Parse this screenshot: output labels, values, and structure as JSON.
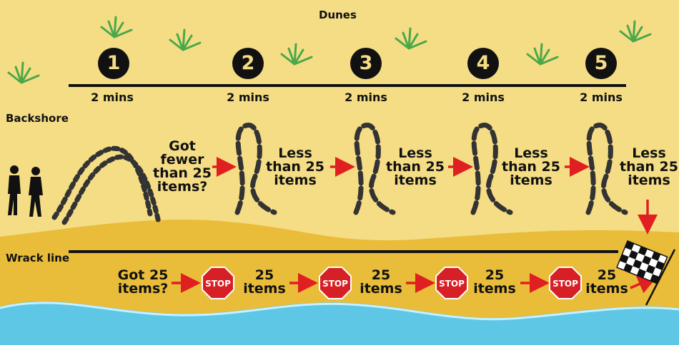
{
  "zones": {
    "dunes": "Dunes",
    "backshore": "Backshore",
    "wrack_line": "Wrack line"
  },
  "steps": [
    {
      "number": "1",
      "time": "2 mins"
    },
    {
      "number": "2",
      "time": "2 mins"
    },
    {
      "number": "3",
      "time": "2 mins"
    },
    {
      "number": "4",
      "time": "2 mins"
    },
    {
      "number": "5",
      "time": "2 mins"
    }
  ],
  "questions": {
    "fewer_line1": "Got",
    "fewer_line2": "fewer",
    "fewer_line3": "than 25",
    "fewer_line4": "items?",
    "got25_line1": "Got 25",
    "got25_line2": "items?"
  },
  "less_labels": [
    {
      "line1": "Less",
      "line2": "than 25",
      "line3": "items"
    },
    {
      "line1": "Less",
      "line2": "than 25",
      "line3": "items"
    },
    {
      "line1": "Less",
      "line2": "than 25",
      "line3": "items"
    },
    {
      "line1": "Less",
      "line2": "than 25",
      "line3": "items"
    }
  ],
  "stop_labels": [
    {
      "count": "25",
      "unit": "items"
    },
    {
      "count": "25",
      "unit": "items"
    },
    {
      "count": "25",
      "unit": "items"
    },
    {
      "count": "25",
      "unit": "items"
    }
  ],
  "stop_sign_text": "STOP",
  "colors": {
    "sand_light": "#f5dd85",
    "sand_dark": "#e9bd3a",
    "water": "#5ec7e6",
    "arrow": "#e02020",
    "stop_red": "#d71f26",
    "grass": "#4aa84a"
  },
  "icons": [
    "people-walking-icon",
    "footprints-icon",
    "winding-path-icon",
    "stop-sign-icon",
    "checkered-flag-icon",
    "grass-tuft-icon"
  ]
}
